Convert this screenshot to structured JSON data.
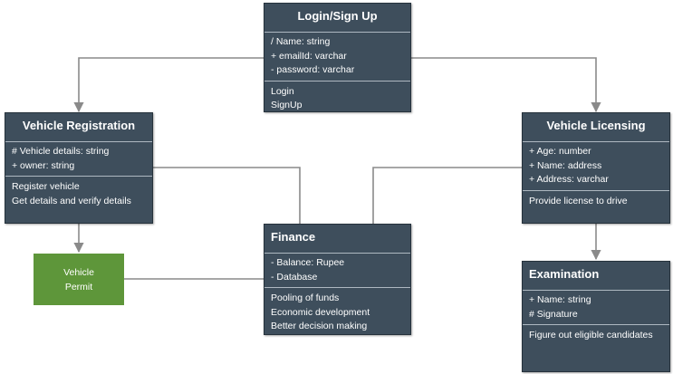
{
  "classes": {
    "login": {
      "title": "Login/Sign Up",
      "attributes": [
        "/ Name: string",
        "+ emailId: varchar",
        "- password: varchar"
      ],
      "methods": [
        "Login",
        "SignUp"
      ]
    },
    "vehicle_registration": {
      "title": "Vehicle Registration",
      "attributes": [
        "# Vehicle details: string",
        "+ owner: string"
      ],
      "methods": [
        "Register vehicle",
        "Get details and verify details"
      ]
    },
    "vehicle_licensing": {
      "title": "Vehicle Licensing",
      "attributes": [
        "+ Age: number",
        "+ Name: address",
        "+ Address: varchar"
      ],
      "methods": [
        "Provide license to drive"
      ]
    },
    "finance": {
      "title": "Finance",
      "attributes": [
        "- Balance: Rupee",
        "- Database"
      ],
      "methods": [
        "Pooling of funds",
        "Economic development",
        "Better decision making"
      ]
    },
    "examination": {
      "title": "Examination",
      "attributes": [
        "+ Name: string",
        "# Signature"
      ],
      "methods": [
        "Figure out eligible candidates"
      ]
    }
  },
  "permit": {
    "lines": [
      "Vehicle",
      "Permit"
    ]
  },
  "colors": {
    "class_fill": "#3e4e5c",
    "permit_fill": "#5e963a",
    "connector": "#8a8a8a"
  }
}
